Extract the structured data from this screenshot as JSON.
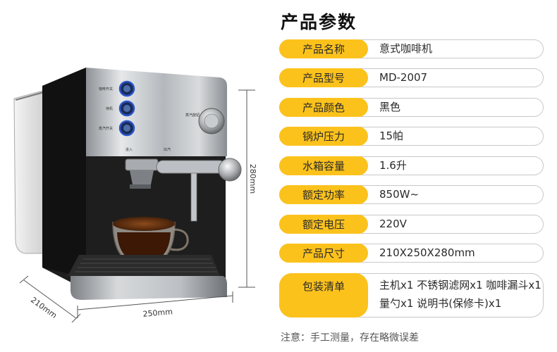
{
  "dimensions": {
    "height": "280mm",
    "width": "250mm",
    "depth": "210mm"
  },
  "machine_labels": {
    "left_button_1": "咖啡开关",
    "left_button_2": "待机",
    "left_button_3": "蒸汽开关",
    "knob_label": "蒸汽旋钮",
    "water_in": "进入",
    "steam_out": "出汽"
  },
  "spec": {
    "title": "产品参数",
    "rows": [
      {
        "label": "产品名称",
        "value": "意式咖啡机"
      },
      {
        "label": "产品型号",
        "value": "MD-2007"
      },
      {
        "label": "产品颜色",
        "value": "黑色"
      },
      {
        "label": "锅炉压力",
        "value": "15帕"
      },
      {
        "label": "水箱容量",
        "value": "1.6升"
      },
      {
        "label": "额定功率",
        "value": "850W~"
      },
      {
        "label": "额定电压",
        "value": "220V"
      },
      {
        "label": "产品尺寸",
        "value": "210X250X280mm"
      }
    ],
    "packing": {
      "label": "包装清单",
      "line1": "主机x1  不锈钢滤网x1  咖啡漏斗x1",
      "line2": "量勺x1  说明书(保修卡)x1"
    },
    "footnote": "注意：手工测量，存在略微误差"
  },
  "colors": {
    "accent": "#fcc21c",
    "row_border": "#c8c8c8",
    "machine_black": "#1e1e1e",
    "machine_steel": "#b9bcbf",
    "button_blue": "#2a55c8"
  }
}
